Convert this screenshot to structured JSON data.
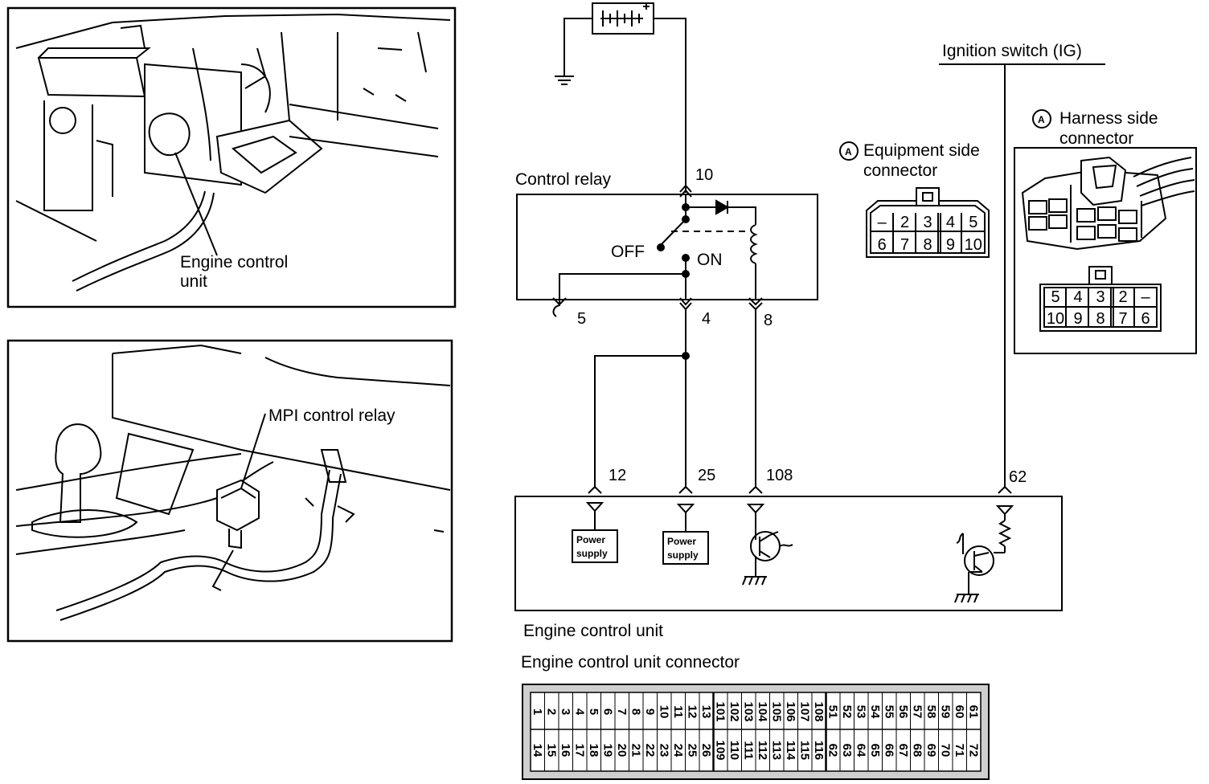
{
  "photo1": {
    "label_line1": "Engine control",
    "label_line2": "unit"
  },
  "photo2": {
    "label": "MPI control relay"
  },
  "relay": {
    "title": "Control relay",
    "off_label": "OFF",
    "on_label": "ON",
    "pins": {
      "p10": "10",
      "p5": "5",
      "p4": "4",
      "p8": "8"
    }
  },
  "ignition": {
    "label": "Ignition switch (IG)"
  },
  "equipment_connector": {
    "marker": "A",
    "title_line1": "Equipment side",
    "title_line2": "connector",
    "row1": [
      "–",
      "2",
      "3",
      "4",
      "5"
    ],
    "row2": [
      "6",
      "7",
      "8",
      "9",
      "10"
    ]
  },
  "harness_connector": {
    "marker": "A",
    "title_line1": "Harness side",
    "title_line2": "connector",
    "row1": [
      "5",
      "4",
      "3",
      "2",
      "–"
    ],
    "row2": [
      "10",
      "9",
      "8",
      "7",
      "6"
    ]
  },
  "ecu": {
    "title": "Engine control unit",
    "pins": {
      "p12": "12",
      "p25": "25",
      "p108": "108",
      "p62": "62"
    },
    "power_supply_line1": "Power",
    "power_supply_line2": "supply"
  },
  "ecu_connector": {
    "title": "Engine control unit connector",
    "row1": [
      "1",
      "2",
      "3",
      "4",
      "5",
      "6",
      "7",
      "8",
      "9",
      "10",
      "11",
      "12",
      "13",
      "101",
      "102",
      "103",
      "104",
      "105",
      "106",
      "107",
      "108",
      "51",
      "52",
      "53",
      "54",
      "55",
      "56",
      "57",
      "58",
      "59",
      "60",
      "61"
    ],
    "row2": [
      "14",
      "15",
      "16",
      "17",
      "18",
      "19",
      "20",
      "21",
      "22",
      "23",
      "24",
      "25",
      "26",
      "109",
      "110",
      "111",
      "112",
      "113",
      "114",
      "115",
      "116",
      "62",
      "63",
      "64",
      "65",
      "66",
      "67",
      "68",
      "69",
      "70",
      "71",
      "72"
    ]
  }
}
